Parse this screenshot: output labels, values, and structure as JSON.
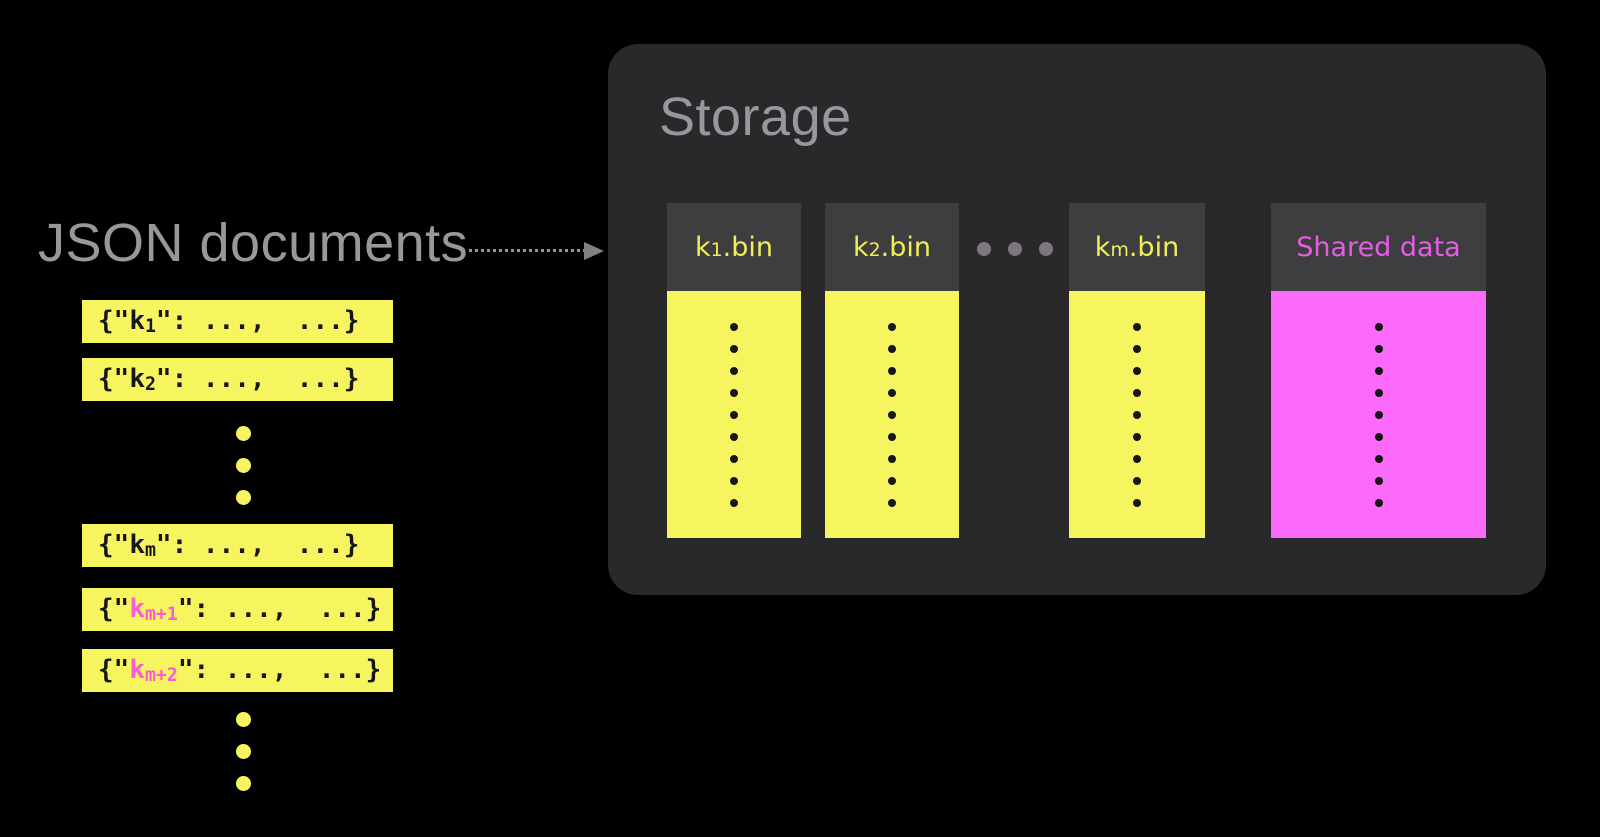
{
  "left": {
    "title": "JSON documents",
    "documents": [
      {
        "open": "{\"",
        "key": "k",
        "sub": "1",
        "close": "\": ...,  ...}",
        "highlighted": false
      },
      {
        "open": "{\"",
        "key": "k",
        "sub": "2",
        "close": "\": ...,  ...}",
        "highlighted": false
      },
      {
        "open": "{\"",
        "key": "k",
        "sub": "m",
        "close": "\": ...,  ...}",
        "highlighted": false
      },
      {
        "open": "{\"",
        "key": "k",
        "sub": "m+1",
        "close": "\": ...,  ...}",
        "highlighted": true
      },
      {
        "open": "{\"",
        "key": "k",
        "sub": "m+2",
        "close": "\": ...,  ...}",
        "highlighted": true
      }
    ],
    "ellipsis_dot_count": 3
  },
  "storage": {
    "title": "Storage",
    "bins": [
      {
        "key": "k",
        "sub": "1",
        "suffix": ".bin",
        "kind": "private"
      },
      {
        "key": "k",
        "sub": "2",
        "suffix": ".bin",
        "kind": "private"
      },
      {
        "key": "k",
        "sub": "m",
        "suffix": ".bin",
        "kind": "private"
      },
      {
        "label": "Shared data",
        "kind": "shared"
      }
    ],
    "separator_dot_count": 3,
    "content_dot_count": 9
  },
  "colors": {
    "yellow": "#f7f55f",
    "yellow_text": "#f2ee55",
    "magenta": "#fb6afb",
    "magenta_text": "#e55ce5",
    "pink_key": "#fb5cd5",
    "gray_text": "#98979b",
    "panel_bg": "#29292c",
    "header_bg": "#3e3e40",
    "separator_dot": "#7c7680",
    "content_dot": "#161616",
    "arrow": "#96959b",
    "arrow_head": "#827f87"
  }
}
